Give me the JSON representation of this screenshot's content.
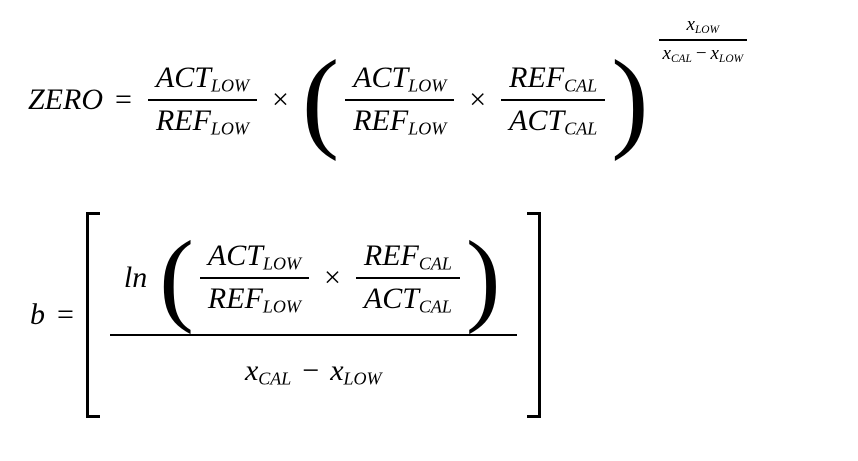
{
  "eq_zero": {
    "lhs": "ZERO",
    "equals": "=",
    "multiply": "×",
    "paren_open": "(",
    "paren_close": ")",
    "frac_act_ref": {
      "num": "ACT",
      "num_sub": "LOW",
      "den": "REF",
      "den_sub": "LOW"
    },
    "frac_act_ref2": {
      "num": "ACT",
      "num_sub": "LOW",
      "den": "REF",
      "den_sub": "LOW"
    },
    "frac_ref_act": {
      "num": "REF",
      "num_sub": "CAL",
      "den": "ACT",
      "den_sub": "CAL"
    },
    "exponent": {
      "num": "x",
      "num_sub": "LOW",
      "den_t1": "x",
      "den_t1_sub": "CAL",
      "minus": "−",
      "den_t2": "x",
      "den_t2_sub": "LOW"
    }
  },
  "eq_b": {
    "lhs": "b",
    "equals": "=",
    "ln": "ln",
    "multiply": "×",
    "paren_open": "(",
    "paren_close": ")",
    "frac_act_ref": {
      "num": "ACT",
      "num_sub": "LOW",
      "den": "REF",
      "den_sub": "LOW"
    },
    "frac_ref_act": {
      "num": "REF",
      "num_sub": "CAL",
      "den": "ACT",
      "den_sub": "CAL"
    },
    "denominator": {
      "t1": "x",
      "t1_sub": "CAL",
      "minus": "−",
      "t2": "x",
      "t2_sub": "LOW"
    }
  }
}
